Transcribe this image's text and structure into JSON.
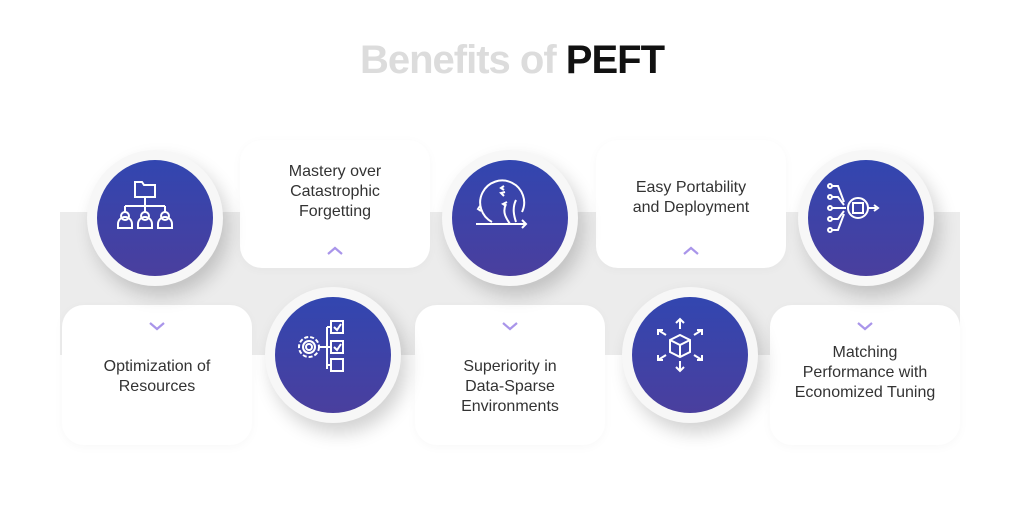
{
  "title": {
    "light": "Benefits of ",
    "bold": "PEFT"
  },
  "benefits": [
    {
      "label": "Optimization of\nResources",
      "icon": "org-chart-icon"
    },
    {
      "label": "Mastery over\nCatastrophic\nForgetting",
      "icon": "checklist-gear-icon"
    },
    {
      "label": "Superiority in\nData-Sparse\nEnvironments",
      "icon": "iteration-cycle-icon"
    },
    {
      "label": "Easy Portability\nand Deployment",
      "icon": "cube-expand-icon"
    },
    {
      "label": "Matching\nPerformance with\nEconomized Tuning",
      "icon": "chip-network-icon"
    }
  ],
  "colors": {
    "circle_top": "#3246b0",
    "circle_bottom": "#4a3f9e",
    "chevron": "#a995ea",
    "band": "#ececec"
  }
}
